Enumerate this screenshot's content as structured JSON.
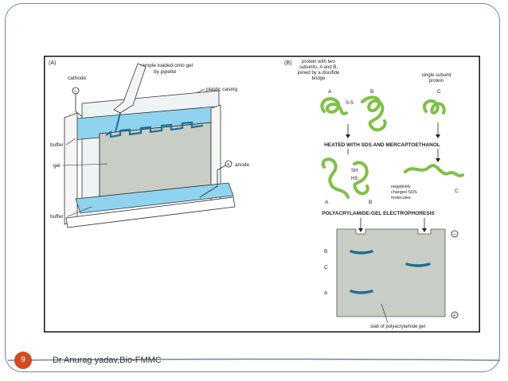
{
  "slide": {
    "page_number": "9",
    "author": "Dr Anurag yadav,Bio-FMMC"
  },
  "panel_a": {
    "tag": "(A)",
    "sample_label_1": "sample loaded onto gel",
    "sample_label_2": "by pipette",
    "cathode": "cathode",
    "plastic_casing": "plastic casing",
    "buffer_top": "buffer",
    "gel": "gel",
    "anode": "anode",
    "buffer_bottom": "buffer"
  },
  "panel_b": {
    "tag": "(B)",
    "protein_two_1": "protein with two",
    "protein_two_2": "subunits, A and B,",
    "protein_two_3": "joined by a disulfide",
    "protein_two_4": "bridge",
    "single_1": "single subunit",
    "single_2": "protein",
    "label_a_top": "A",
    "label_b_top": "B",
    "label_c_top": "C",
    "ss": "S-S",
    "heated": "HEATED WITH SDS AND MERCAPTOETHANOL",
    "sh": "SH",
    "hs": "HS",
    "neg_1": "negatively",
    "neg_2": "charged SDS",
    "neg_3": "molecules",
    "label_a_mid": "A",
    "label_b_mid": "B",
    "label_c_mid": "C",
    "page_title": "POLYACRYLAMIDE-GEL ELECTROPHORESIS",
    "minus": "−",
    "plus": "+",
    "band_b": "B",
    "band_c": "C",
    "band_a": "A",
    "slab": "slab of polyacrylamide gel"
  },
  "colors": {
    "border": "#6d86a6",
    "page_num_bg": "#d24a1f",
    "gel": "#c8cdc6",
    "buffer": "#8fd3ee",
    "protein": "#7dc242",
    "band": "#1d6f95"
  }
}
